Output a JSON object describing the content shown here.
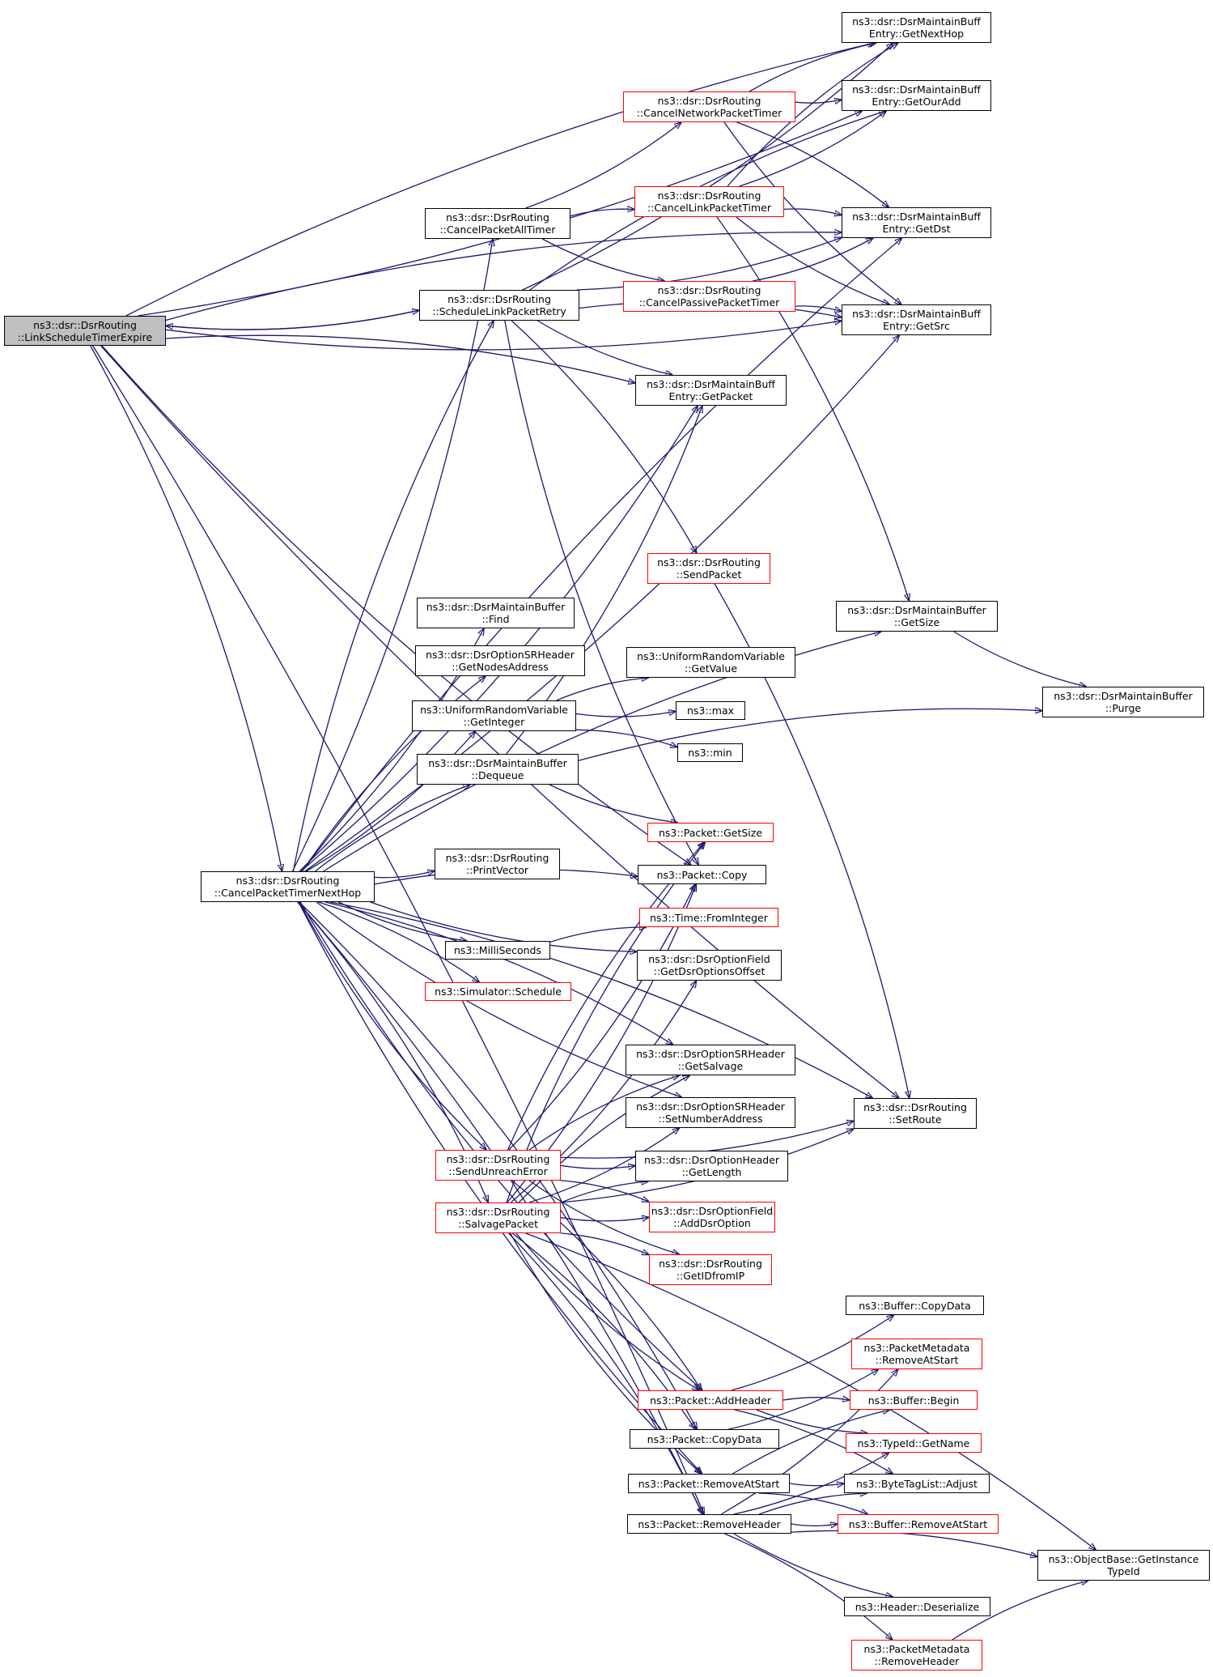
{
  "colors": {
    "edge": "#191970",
    "node_border": "#000000",
    "node_border_external": "#ff0000",
    "root_fill": "#bfbfbf",
    "background": "#ffffff"
  },
  "root": {
    "id": "root",
    "lines": [
      "ns3::dsr::DsrRouting",
      "::LinkScheduleTimerExpire"
    ]
  },
  "nodes": [
    {
      "id": "getNextHop",
      "lines": [
        "ns3::dsr::DsrMaintainBuff",
        "Entry::GetNextHop"
      ],
      "style": "black"
    },
    {
      "id": "getOurAdd",
      "lines": [
        "ns3::dsr::DsrMaintainBuff",
        "Entry::GetOurAdd"
      ],
      "style": "black"
    },
    {
      "id": "cancelNetwork",
      "lines": [
        "ns3::dsr::DsrRouting",
        "::CancelNetworkPacketTimer"
      ],
      "style": "red"
    },
    {
      "id": "cancelLink",
      "lines": [
        "ns3::dsr::DsrRouting",
        "::CancelLinkPacketTimer"
      ],
      "style": "red"
    },
    {
      "id": "getDst",
      "lines": [
        "ns3::dsr::DsrMaintainBuff",
        "Entry::GetDst"
      ],
      "style": "black"
    },
    {
      "id": "cancelAll",
      "lines": [
        "ns3::dsr::DsrRouting",
        "::CancelPacketAllTimer"
      ],
      "style": "black"
    },
    {
      "id": "cancelPassive",
      "lines": [
        "ns3::dsr::DsrRouting",
        "::CancelPassivePacketTimer"
      ],
      "style": "red"
    },
    {
      "id": "schedRetry",
      "lines": [
        "ns3::dsr::DsrRouting",
        "::ScheduleLinkPacketRetry"
      ],
      "style": "black"
    },
    {
      "id": "getSrc",
      "lines": [
        "ns3::dsr::DsrMaintainBuff",
        "Entry::GetSrc"
      ],
      "style": "black"
    },
    {
      "id": "getPacket",
      "lines": [
        "ns3::dsr::DsrMaintainBuff",
        "Entry::GetPacket"
      ],
      "style": "black"
    },
    {
      "id": "sendPacket",
      "lines": [
        "ns3::dsr::DsrRouting",
        "::SendPacket"
      ],
      "style": "red"
    },
    {
      "id": "find",
      "lines": [
        "ns3::dsr::DsrMaintainBuffer",
        "::Find"
      ],
      "style": "black"
    },
    {
      "id": "bufGetSize",
      "lines": [
        "ns3::dsr::DsrMaintainBuffer",
        "::GetSize"
      ],
      "style": "black"
    },
    {
      "id": "getNodesAddr",
      "lines": [
        "ns3::dsr::DsrOptionSRHeader",
        "::GetNodesAddress"
      ],
      "style": "black"
    },
    {
      "id": "getValue",
      "lines": [
        "ns3::UniformRandomVariable",
        "::GetValue"
      ],
      "style": "black"
    },
    {
      "id": "purge",
      "lines": [
        "ns3::dsr::DsrMaintainBuffer",
        "::Purge"
      ],
      "style": "black"
    },
    {
      "id": "getInteger",
      "lines": [
        "ns3::UniformRandomVariable",
        "::GetInteger"
      ],
      "style": "black"
    },
    {
      "id": "max",
      "lines": [
        "ns3::max"
      ],
      "style": "black"
    },
    {
      "id": "min",
      "lines": [
        "ns3::min"
      ],
      "style": "black"
    },
    {
      "id": "dequeue",
      "lines": [
        "ns3::dsr::DsrMaintainBuffer",
        "::Dequeue"
      ],
      "style": "black"
    },
    {
      "id": "pktGetSize",
      "lines": [
        "ns3::Packet::GetSize"
      ],
      "style": "red"
    },
    {
      "id": "printVector",
      "lines": [
        "ns3::dsr::DsrRouting",
        "::PrintVector"
      ],
      "style": "black"
    },
    {
      "id": "cancelNextHop",
      "lines": [
        "ns3::dsr::DsrRouting",
        "::CancelPacketTimerNextHop"
      ],
      "style": "black"
    },
    {
      "id": "pktCopy",
      "lines": [
        "ns3::Packet::Copy"
      ],
      "style": "black"
    },
    {
      "id": "fromInteger",
      "lines": [
        "ns3::Time::FromInteger"
      ],
      "style": "red"
    },
    {
      "id": "milliSeconds",
      "lines": [
        "ns3::MilliSeconds"
      ],
      "style": "black"
    },
    {
      "id": "getDsrOffset",
      "lines": [
        "ns3::dsr::DsrOptionField",
        "::GetDsrOptionsOffset"
      ],
      "style": "black"
    },
    {
      "id": "schedule",
      "lines": [
        "ns3::Simulator::Schedule"
      ],
      "style": "red"
    },
    {
      "id": "getSalvage",
      "lines": [
        "ns3::dsr::DsrOptionSRHeader",
        "::GetSalvage"
      ],
      "style": "black"
    },
    {
      "id": "setRoute",
      "lines": [
        "ns3::dsr::DsrRouting",
        "::SetRoute"
      ],
      "style": "black"
    },
    {
      "id": "setNumAddr",
      "lines": [
        "ns3::dsr::DsrOptionSRHeader",
        "::SetNumberAddress"
      ],
      "style": "black"
    },
    {
      "id": "sendUnreach",
      "lines": [
        "ns3::dsr::DsrRouting",
        "::SendUnreachError"
      ],
      "style": "red"
    },
    {
      "id": "getLength",
      "lines": [
        "ns3::dsr::DsrOptionHeader",
        "::GetLength"
      ],
      "style": "black"
    },
    {
      "id": "salvage",
      "lines": [
        "ns3::dsr::DsrRouting",
        "::SalvagePacket"
      ],
      "style": "red"
    },
    {
      "id": "addDsrOption",
      "lines": [
        "ns3::dsr::DsrOptionField",
        "::AddDsrOption"
      ],
      "style": "red"
    },
    {
      "id": "getIDfromIP",
      "lines": [
        "ns3::dsr::DsrRouting",
        "::GetIDfromIP"
      ],
      "style": "red"
    },
    {
      "id": "bufCopyData",
      "lines": [
        "ns3::Buffer::CopyData"
      ],
      "style": "black"
    },
    {
      "id": "pmRemoveAtStart",
      "lines": [
        "ns3::PacketMetadata",
        "::RemoveAtStart"
      ],
      "style": "red"
    },
    {
      "id": "addHeader",
      "lines": [
        "ns3::Packet::AddHeader"
      ],
      "style": "red"
    },
    {
      "id": "bufBegin",
      "lines": [
        "ns3::Buffer::Begin"
      ],
      "style": "red"
    },
    {
      "id": "pktCopyData",
      "lines": [
        "ns3::Packet::CopyData"
      ],
      "style": "black"
    },
    {
      "id": "typeGetName",
      "lines": [
        "ns3::TypeId::GetName"
      ],
      "style": "red"
    },
    {
      "id": "pktRemoveAtStart",
      "lines": [
        "ns3::Packet::RemoveAtStart"
      ],
      "style": "black"
    },
    {
      "id": "btlAdjust",
      "lines": [
        "ns3::ByteTagList::Adjust"
      ],
      "style": "black"
    },
    {
      "id": "removeHeader",
      "lines": [
        "ns3::Packet::RemoveHeader"
      ],
      "style": "black"
    },
    {
      "id": "bufRemoveAtStart",
      "lines": [
        "ns3::Buffer::RemoveAtStart"
      ],
      "style": "red"
    },
    {
      "id": "getInstanceTypeId",
      "lines": [
        "ns3::ObjectBase::GetInstance",
        "TypeId"
      ],
      "style": "black"
    },
    {
      "id": "deserialize",
      "lines": [
        "ns3::Header::Deserialize"
      ],
      "style": "black"
    },
    {
      "id": "pmRemoveHeader",
      "lines": [
        "ns3::PacketMetadata",
        "::RemoveHeader"
      ],
      "style": "red"
    }
  ],
  "edges": [
    [
      "root",
      "getNextHop"
    ],
    [
      "root",
      "getOurAdd"
    ],
    [
      "root",
      "getDst"
    ],
    [
      "root",
      "getSrc"
    ],
    [
      "root",
      "getPacket"
    ],
    [
      "root",
      "schedRetry"
    ],
    [
      "root",
      "cancelNextHop"
    ],
    [
      "root",
      "pktCopy"
    ],
    [
      "root",
      "removeHeader"
    ],
    [
      "root",
      "setRoute"
    ],
    [
      "schedRetry",
      "root"
    ],
    [
      "cancelAll",
      "cancelNetwork"
    ],
    [
      "cancelAll",
      "cancelLink"
    ],
    [
      "cancelAll",
      "cancelPassive"
    ],
    [
      "cancelNetwork",
      "getNextHop"
    ],
    [
      "cancelNetwork",
      "getOurAdd"
    ],
    [
      "cancelNetwork",
      "getDst"
    ],
    [
      "cancelNetwork",
      "getSrc"
    ],
    [
      "cancelLink",
      "getNextHop"
    ],
    [
      "cancelLink",
      "getOurAdd"
    ],
    [
      "cancelLink",
      "getDst"
    ],
    [
      "cancelLink",
      "getSrc"
    ],
    [
      "cancelLink",
      "bufGetSize"
    ],
    [
      "cancelPassive",
      "getDst"
    ],
    [
      "cancelPassive",
      "getSrc"
    ],
    [
      "schedRetry",
      "getNextHop"
    ],
    [
      "schedRetry",
      "getOurAdd"
    ],
    [
      "schedRetry",
      "getDst"
    ],
    [
      "schedRetry",
      "getSrc"
    ],
    [
      "schedRetry",
      "getPacket"
    ],
    [
      "schedRetry",
      "sendPacket"
    ],
    [
      "schedRetry",
      "pktCopy"
    ],
    [
      "sendPacket",
      "setRoute"
    ],
    [
      "bufGetSize",
      "purge"
    ],
    [
      "getInteger",
      "getValue"
    ],
    [
      "getInteger",
      "max"
    ],
    [
      "getInteger",
      "min"
    ],
    [
      "dequeue",
      "getPacket"
    ],
    [
      "dequeue",
      "purge"
    ],
    [
      "dequeue",
      "pktGetSize"
    ],
    [
      "milliSeconds",
      "fromInteger"
    ],
    [
      "cancelNextHop",
      "cancelAll"
    ],
    [
      "cancelNextHop",
      "schedRetry"
    ],
    [
      "cancelNextHop",
      "getPacket"
    ],
    [
      "cancelNextHop",
      "getDst"
    ],
    [
      "cancelNextHop",
      "getSrc"
    ],
    [
      "cancelNextHop",
      "bufGetSize"
    ],
    [
      "cancelNextHop",
      "find"
    ],
    [
      "cancelNextHop",
      "getNodesAddr"
    ],
    [
      "cancelNextHop",
      "getInteger"
    ],
    [
      "cancelNextHop",
      "dequeue"
    ],
    [
      "cancelNextHop",
      "printVector"
    ],
    [
      "cancelNextHop",
      "pktCopy"
    ],
    [
      "cancelNextHop",
      "milliSeconds"
    ],
    [
      "cancelNextHop",
      "schedule"
    ],
    [
      "cancelNextHop",
      "getDsrOffset"
    ],
    [
      "cancelNextHop",
      "getSalvage"
    ],
    [
      "cancelNextHop",
      "setNumAddr"
    ],
    [
      "cancelNextHop",
      "setRoute"
    ],
    [
      "cancelNextHop",
      "sendUnreach"
    ],
    [
      "cancelNextHop",
      "salvage"
    ],
    [
      "cancelNextHop",
      "addHeader"
    ],
    [
      "cancelNextHop",
      "pktCopyData"
    ],
    [
      "cancelNextHop",
      "pktRemoveAtStart"
    ],
    [
      "cancelNextHop",
      "removeHeader"
    ],
    [
      "sendUnreach",
      "pktCopy"
    ],
    [
      "sendUnreach",
      "pktGetSize"
    ],
    [
      "sendUnreach",
      "getLength"
    ],
    [
      "sendUnreach",
      "addDsrOption"
    ],
    [
      "sendUnreach",
      "getIDfromIP"
    ],
    [
      "sendUnreach",
      "addHeader"
    ],
    [
      "sendUnreach",
      "setRoute"
    ],
    [
      "sendUnreach",
      "getSalvage"
    ],
    [
      "salvage",
      "pktCopy"
    ],
    [
      "salvage",
      "pktGetSize"
    ],
    [
      "salvage",
      "getDsrOffset"
    ],
    [
      "salvage",
      "getSalvage"
    ],
    [
      "salvage",
      "setNumAddr"
    ],
    [
      "salvage",
      "getLength"
    ],
    [
      "salvage",
      "addDsrOption"
    ],
    [
      "salvage",
      "getIDfromIP"
    ],
    [
      "salvage",
      "addHeader"
    ],
    [
      "salvage",
      "pktCopyData"
    ],
    [
      "salvage",
      "pktRemoveAtStart"
    ],
    [
      "salvage",
      "removeHeader"
    ],
    [
      "salvage",
      "setRoute"
    ],
    [
      "salvage",
      "getInstanceTypeId"
    ],
    [
      "addHeader",
      "bufCopyData"
    ],
    [
      "addHeader",
      "bufBegin"
    ],
    [
      "addHeader",
      "typeGetName"
    ],
    [
      "addHeader",
      "btlAdjust"
    ],
    [
      "pktCopyData",
      "pmRemoveAtStart"
    ],
    [
      "pktRemoveAtStart",
      "bufBegin"
    ],
    [
      "pktRemoveAtStart",
      "btlAdjust"
    ],
    [
      "pktRemoveAtStart",
      "bufRemoveAtStart"
    ],
    [
      "removeHeader",
      "typeGetName"
    ],
    [
      "removeHeader",
      "btlAdjust"
    ],
    [
      "removeHeader",
      "bufRemoveAtStart"
    ],
    [
      "removeHeader",
      "getInstanceTypeId"
    ],
    [
      "removeHeader",
      "deserialize"
    ],
    [
      "removeHeader",
      "pmRemoveHeader"
    ],
    [
      "removeHeader",
      "pmRemoveAtStart"
    ],
    [
      "pmRemoveHeader",
      "getInstanceTypeId"
    ]
  ]
}
